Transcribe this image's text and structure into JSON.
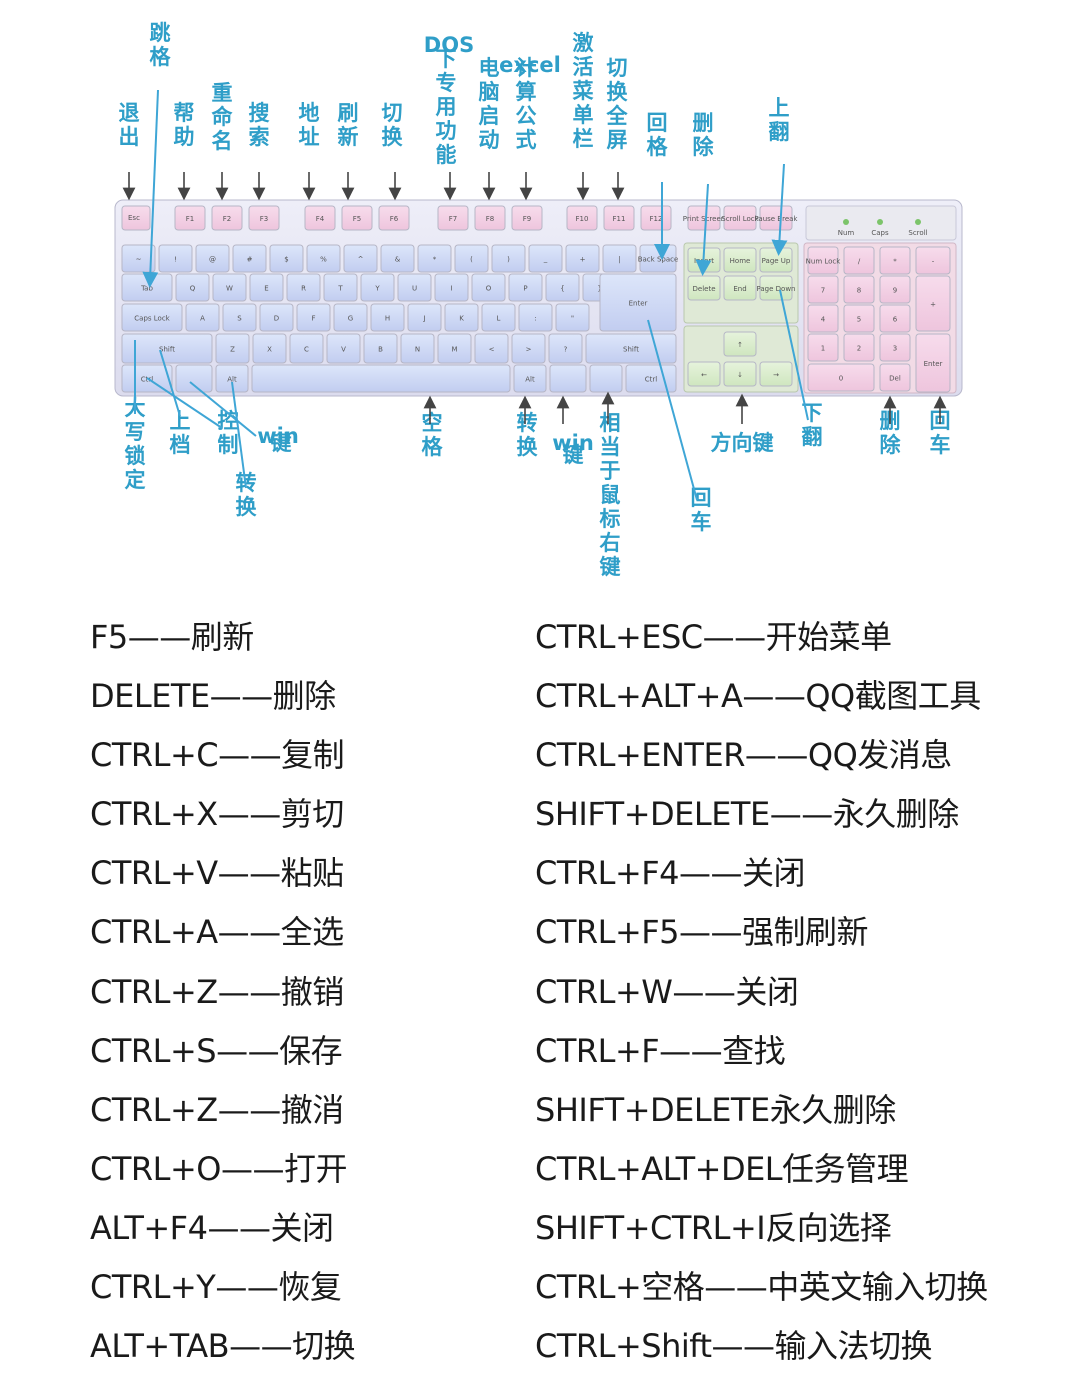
{
  "diagram": {
    "labels": [
      {
        "text": "跳格"
      },
      {
        "text": "退出"
      },
      {
        "text": "帮助"
      },
      {
        "text": "重命名"
      },
      {
        "text": "搜索"
      },
      {
        "text": "地址"
      },
      {
        "text": "刷新"
      },
      {
        "text": "切换"
      },
      {
        "text": "下专用功能"
      },
      {
        "text": "电脑启动"
      },
      {
        "text": "计算公式"
      },
      {
        "text": "激活菜单栏"
      },
      {
        "text": "切换全屏"
      },
      {
        "text": "回格"
      },
      {
        "text": "删除"
      },
      {
        "text": "上翻"
      },
      {
        "text": "大写锁定"
      },
      {
        "text": "上档"
      },
      {
        "text": "控制"
      },
      {
        "text": "转换"
      },
      {
        "text": "键"
      },
      {
        "text": "空格"
      },
      {
        "text": "转换"
      },
      {
        "text": "键"
      },
      {
        "text": "相当于鼠标右键"
      },
      {
        "text": "回车"
      },
      {
        "text": "方向键"
      },
      {
        "text": "下翻"
      },
      {
        "text": "删除"
      },
      {
        "text": "回车"
      }
    ],
    "latin_labels": [
      {
        "text": "DOS"
      },
      {
        "text": "excel"
      },
      {
        "text": "win"
      },
      {
        "text": "win"
      }
    ],
    "keycaps": {
      "esc": "Esc",
      "f": [
        "F1",
        "F2",
        "F3",
        "F4",
        "F5",
        "F6",
        "F7",
        "F8",
        "F9",
        "F10",
        "F11",
        "F12"
      ],
      "sys": [
        "Print Screen",
        "Scroll Lock",
        "Pause Break"
      ],
      "num_row": [
        "~",
        "!",
        "@",
        "#",
        "$",
        "%",
        "^",
        "&",
        "*",
        "(",
        ")",
        "_",
        "+",
        "|",
        "Back Space"
      ],
      "tab": "Tab",
      "qrow": [
        "Q",
        "W",
        "E",
        "R",
        "T",
        "Y",
        "U",
        "I",
        "O",
        "P",
        "{",
        "}"
      ],
      "caps": "Caps Lock",
      "arow": [
        "A",
        "S",
        "D",
        "F",
        "G",
        "H",
        "J",
        "K",
        "L",
        ":",
        "\""
      ],
      "enter": "Enter",
      "shift": "Shift",
      "zrow": [
        "Z",
        "X",
        "C",
        "V",
        "B",
        "N",
        "M",
        "<",
        ">",
        "?"
      ],
      "shift_r": "Shift",
      "ctrl": "Ctrl",
      "alt": "Alt",
      "alt_r": "Alt",
      "ctrl_r": "Ctrl",
      "nav": [
        "Insert",
        "Home",
        "Page Up",
        "Delete",
        "End",
        "Page Down"
      ],
      "arrows": [
        "↑",
        "←",
        "↓",
        "→"
      ],
      "lights": [
        "Num",
        "Caps",
        "Scroll"
      ],
      "numpad": [
        "Num Lock",
        "/",
        "*",
        "-",
        "7",
        "8",
        "9",
        "+",
        "4",
        "5",
        "6",
        "1",
        "2",
        "3",
        "Enter",
        "0",
        "Del"
      ]
    }
  },
  "shortcuts": {
    "left": [
      "F5——刷新",
      "DELETE——删除",
      "CTRL+C——复制",
      "CTRL+X——剪切",
      "CTRL+V——粘贴",
      "CTRL+A——全选",
      "CTRL+Z——撤销",
      "CTRL+S——保存",
      "CTRL+Z——撤消",
      "CTRL+O——打开",
      "ALT+F4——关闭",
      "CTRL+Y——恢复",
      "ALT+TAB——切换"
    ],
    "right": [
      "CTRL+ESC——开始菜单",
      "CTRL+ALT+A——QQ截图工具",
      "CTRL+ENTER——QQ发消息",
      "SHIFT+DELETE——永久删除",
      "CTRL+F4——关闭",
      "CTRL+F5——强制刷新",
      "CTRL+W——关闭",
      "CTRL+F——查找",
      "SHIFT+DELETE永久删除",
      "CTRL+ALT+DEL任务管理",
      "SHIFT+CTRL+I反向选择",
      "CTRL+空格——中英文输入切换",
      "CTRL+Shift——输入法切换"
    ]
  }
}
